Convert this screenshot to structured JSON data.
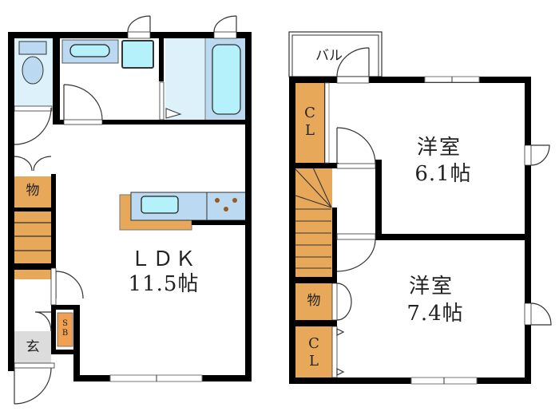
{
  "floor_plan": {
    "colors": {
      "wall": "#000000",
      "storage": "#e8a85a",
      "wet_area_light": "#ddf1fb",
      "fixture_blue": "#bcd9f2",
      "fixture_cyan": "#b5f1fb",
      "genkan_floor": "#dcdcdc",
      "shoe_box": "#f0a050",
      "stove_burner": "#9a5a1e"
    },
    "floor1": {
      "ldk": {
        "name": "ＬＤＫ",
        "size": "11.5帖"
      },
      "storage": {
        "label": "物"
      },
      "entrance": {
        "label": "玄"
      },
      "shoe_box": {
        "line1": "S",
        "line2": "B"
      }
    },
    "floor2": {
      "balcony": {
        "label": "バル"
      },
      "closet_top": {
        "line1": "C",
        "line2": "L"
      },
      "closet_bottom": {
        "line1": "C",
        "line2": "L"
      },
      "storage": {
        "label": "物"
      },
      "room1": {
        "name": "洋室",
        "size": "6.1帖"
      },
      "room2": {
        "name": "洋室",
        "size": "7.4帖"
      }
    }
  }
}
